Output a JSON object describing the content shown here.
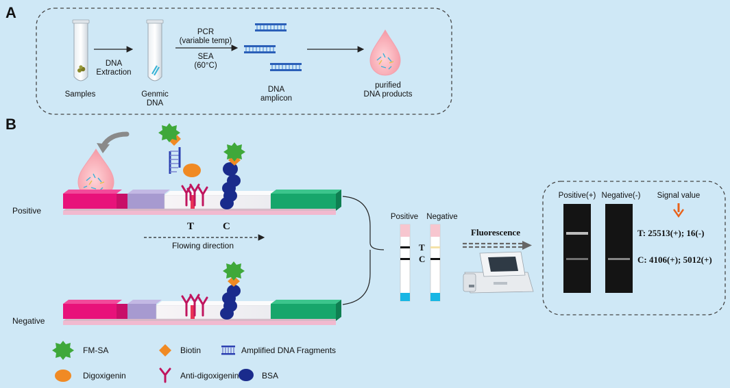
{
  "panel_a": {
    "label": "A",
    "samples": "Samples",
    "step1": [
      "DNA",
      "Extraction"
    ],
    "genomic": [
      "Genmic",
      "DNA"
    ],
    "pcr": [
      "PCR",
      "(variable temp)"
    ],
    "sea": [
      "SEA",
      "(60°C)"
    ],
    "amplicon": [
      "DNA",
      "amplicon"
    ],
    "purified": [
      "purified",
      "DNA products"
    ]
  },
  "panel_b": {
    "label": "B",
    "positive": "Positive",
    "negative": "Negative",
    "t_line": "T",
    "c_line": "C",
    "flow": "Flowing direction",
    "strip_pos": "Positive",
    "strip_neg": "Negative",
    "strip_t": "T",
    "strip_c": "C",
    "fluorescence": "Fluorescence",
    "result_pos": "Positive(+)",
    "result_neg": "Negative(-)",
    "signal_value": "Signal value",
    "t_result": "T:  25513(+); 16(-)",
    "c_result": "C: 4106(+); 5012(+)"
  },
  "legend": {
    "fm_sa": "FM-SA",
    "biotin": "Biotin",
    "dna_fragments": "Amplified DNA Fragments",
    "digoxigenin": "Digoxigenin",
    "anti_digoxigenin": "Anti-digoxigenin",
    "bsa": "BSA"
  },
  "colors": {
    "background": "#cfe8f6",
    "sample_pad": "#e8127a",
    "conjugate_pad": "#a79ad0",
    "absorbent_pad": "#17a66b",
    "fm_sa": "#3fa83a",
    "biotin": "#f08a24",
    "anti_digoxigenin": "#c0155e",
    "bsa": "#1a2b8c",
    "dna": "#2b3fb0"
  }
}
